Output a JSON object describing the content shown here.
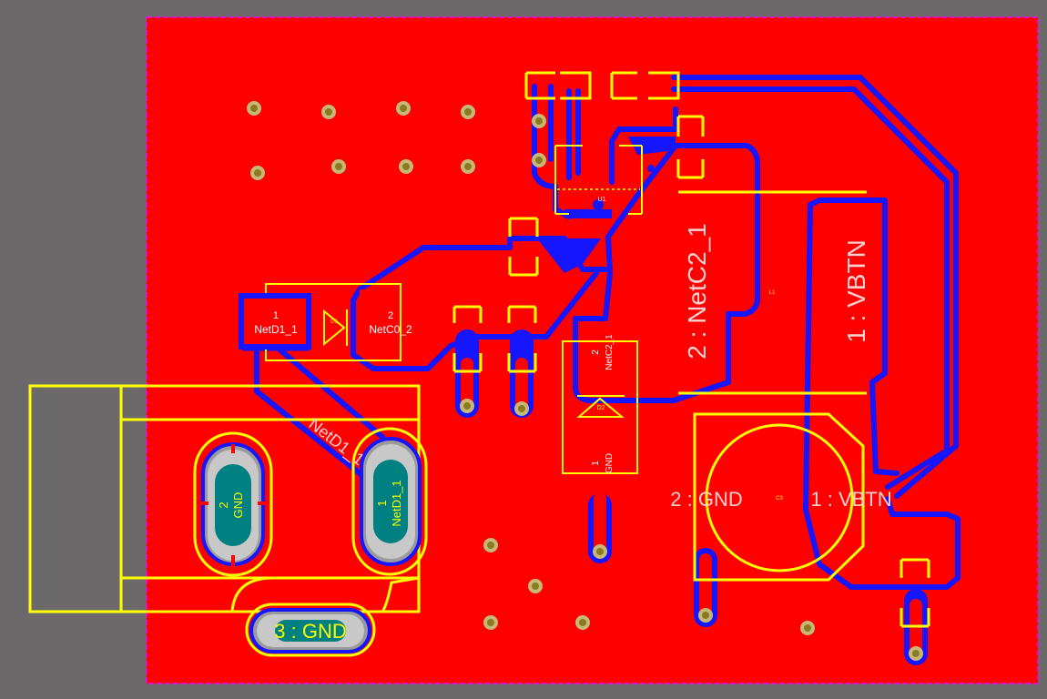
{
  "colors": {
    "background": "#6b6969",
    "board_copper": "#ff0000",
    "trace": "#1515ff",
    "silkscreen": "#ffff00",
    "board_outline": "#ff00ff",
    "pad_plating": "#b9b9b9",
    "pad_teal": "#008080",
    "via_ring": "#c8b878",
    "via_hole": "#8a7a20"
  },
  "labels": {
    "d1_pin1_num": "1",
    "d1_pin1_net": "NetD1_1",
    "d1_ref": "D1",
    "d1_pin2_num": "2",
    "d1_pin2_net": "NetC0_2",
    "u1_ref": "U1",
    "d2_pin2_num": "2",
    "d2_pin2_net": "NetC2_1",
    "d2_ref": "D2",
    "d2_pin1_num": "1",
    "d2_pin1_net": "GND",
    "l1_pad2": "2 : NetC2_1",
    "l1_ref": "L1",
    "l1_pad1": "1 : VBTN",
    "c3_pad2": "2 : GND",
    "c3_ref": "C3",
    "c3_pad1": "1 : VBTN",
    "j1_pad2_num": "2",
    "j1_pad2_net": "GND",
    "j1_pad1_num": "1",
    "j1_pad1_net": "NetD1_1",
    "j1_pad3": "3 : GND",
    "trace_netd1": "NetD1_1"
  }
}
